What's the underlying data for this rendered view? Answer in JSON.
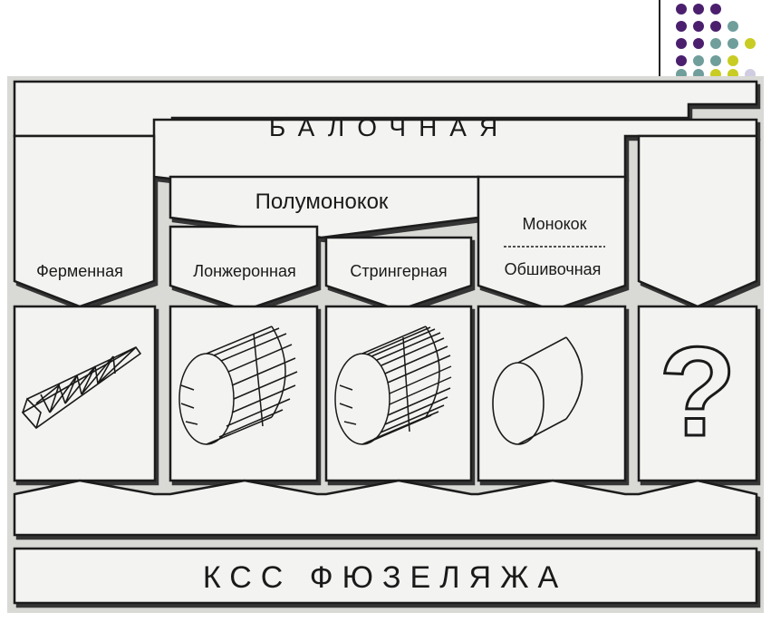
{
  "diagram": {
    "top_title": "БАЛОЧНАЯ",
    "semi": "Полумонокок",
    "mono_top": "Монокок",
    "mono_bottom": "Обшивочная",
    "labels": [
      "Ферменная",
      "Лонжеронная",
      "Стрингерная"
    ],
    "question": "?",
    "bottom_title": "КСС ФЮЗЕЛЯЖА"
  },
  "icons": [
    "truss-beam-icon",
    "spar-cylinder-icon",
    "stringer-cylinder-icon",
    "skin-cylinder-icon",
    "question-mark-icon"
  ],
  "colors": {
    "ink": "#1a1a1a",
    "paper": "#d9d9d6",
    "panel": "#f3f3f1",
    "dot_purple": "#4b1f6e",
    "dot_teal": "#6f9e9b",
    "dot_yellow": "#c9cc23",
    "dot_lavender": "#d0cde2"
  }
}
